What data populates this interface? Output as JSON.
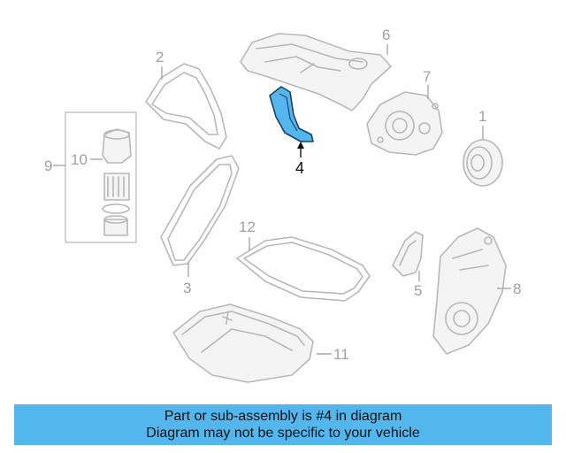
{
  "callouts": {
    "n1": "1",
    "n2": "2",
    "n3": "3",
    "n4": "4",
    "n5": "5",
    "n6": "6",
    "n7": "7",
    "n8": "8",
    "n9": "9",
    "n10": "10",
    "n11": "11",
    "n12": "12"
  },
  "highlight_color": "#53b7ee",
  "banner": {
    "line1": "Part or sub-assembly is #4 in diagram",
    "line2": "Diagram may not be specific to your vehicle"
  }
}
